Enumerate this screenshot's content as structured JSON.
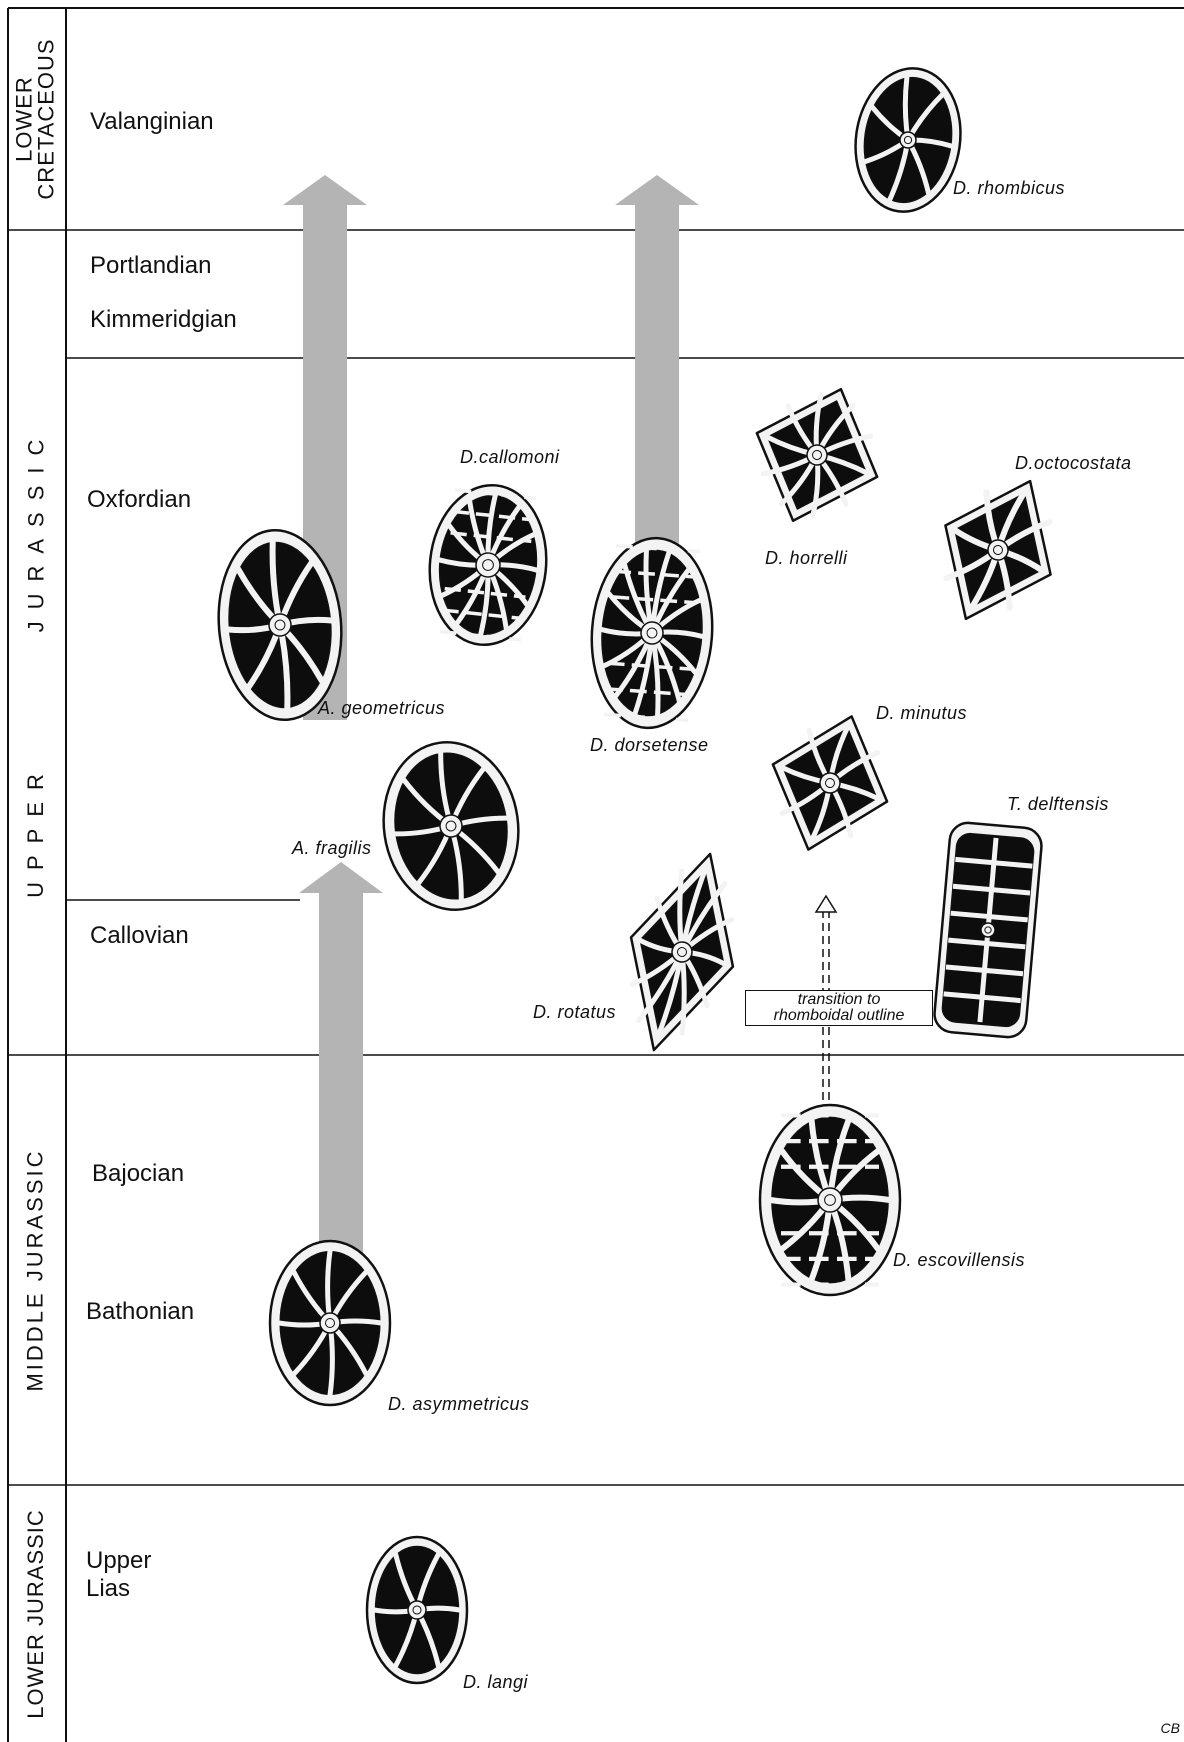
{
  "periods": [
    {
      "id": "lower-cretaceous",
      "label": "LOWER\nCRETACEOUS"
    },
    {
      "id": "upper-jurassic-a",
      "label": "JURASSIC"
    },
    {
      "id": "upper-jurassic-b",
      "label": "UPPER"
    },
    {
      "id": "middle-jurassic",
      "label": "MIDDLE JURASSIC"
    },
    {
      "id": "lower-jurassic",
      "label": "LOWER JURASSIC"
    }
  ],
  "stages": {
    "valanginian": "Valanginian",
    "portlandian": "Portlandian",
    "kimmeridgian": "Kimmeridgian",
    "oxfordian": "Oxfordian",
    "callovian": "Callovian",
    "bajocian": "Bajocian",
    "bathonian": "Bathonian",
    "upper_lias": "Upper\nLias"
  },
  "taxa": {
    "rhombicus": "D. rhombicus",
    "callomoni": "D.callomoni",
    "horrelli": "D. horrelli",
    "octocostata": "D.octocostata",
    "geometricus": "A. geometricus",
    "dorsetense": "D. dorsetense",
    "minutus": "D. minutus",
    "fragilis": "A. fragilis",
    "delftensis": "T. delftensis",
    "rotatus": "D. rotatus",
    "escovillensis": "D. escovillensis",
    "asymmetricus": "D. asymmetricus",
    "langi": "D. langi"
  },
  "annotation": "transition to\nrhomboidal outline",
  "corner_mark": "CB",
  "colors": {
    "line": "#111111",
    "arrow": "#b4b4b4",
    "fill": "#0d0d0d",
    "rim": "#f3f3f3"
  }
}
